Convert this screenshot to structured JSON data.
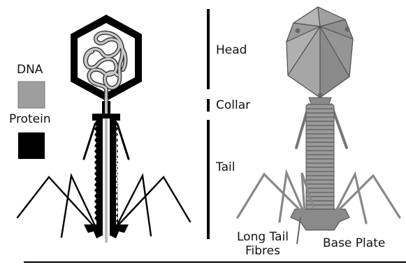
{
  "legend": {
    "items": [
      {
        "label": "DNA",
        "color": "#9e9e9e"
      },
      {
        "label": "Protein",
        "color": "#000000"
      }
    ]
  },
  "regions": {
    "head": "Head",
    "collar": "Collar",
    "tail": "Tail"
  },
  "parts": {
    "long_tail_fibres_line1": "Long Tail",
    "long_tail_fibres_line2": "Fibres",
    "base_plate": "Base Plate"
  },
  "colors": {
    "dna": "#9e9e9e",
    "protein": "#000000",
    "capsid": "#a8a8a8",
    "capsid_dark": "#8c8c8c",
    "tail_3d": "#9a9a9a"
  }
}
